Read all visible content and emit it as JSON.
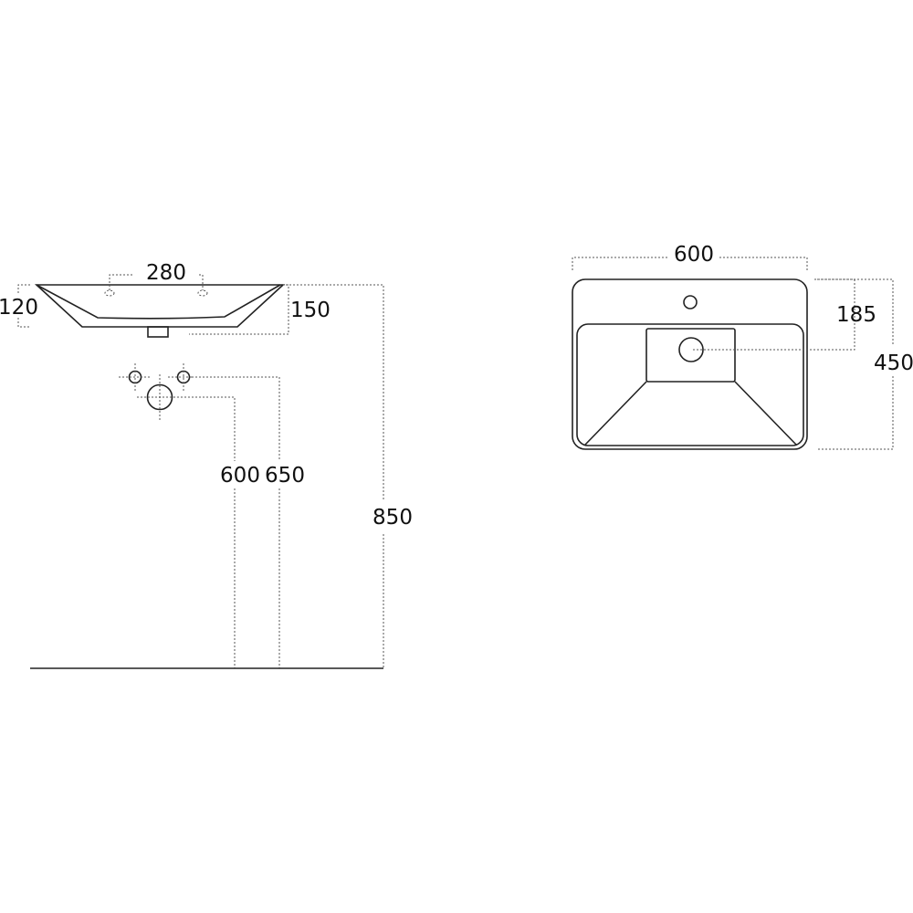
{
  "side_view": {
    "dims": {
      "tap_spacing": "280",
      "rim_height": "120",
      "bowl_depth": "150",
      "waste_height": "600",
      "tap_height": "650",
      "rim_floor_height": "850"
    }
  },
  "top_view": {
    "dims": {
      "width": "600",
      "waste_offset": "185",
      "depth": "450"
    }
  }
}
